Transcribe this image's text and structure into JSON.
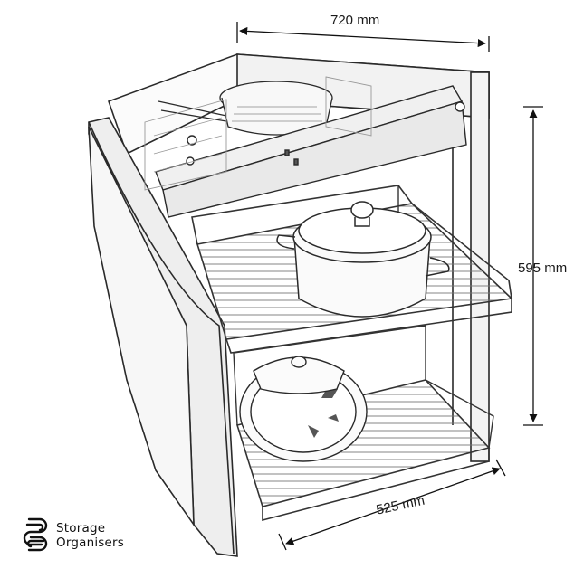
{
  "dimensions": {
    "width_label": "720 mm",
    "height_label": "595 mm",
    "depth_label": "525 mm"
  },
  "brand": {
    "line1": "Storage",
    "line2": "Organisers",
    "icon": "stacked-loop-logo-icon"
  },
  "colors": {
    "line": "#2a2a2a",
    "light_line": "#8a8a8a",
    "panel": "#f4f4f4",
    "background": "#ffffff"
  }
}
